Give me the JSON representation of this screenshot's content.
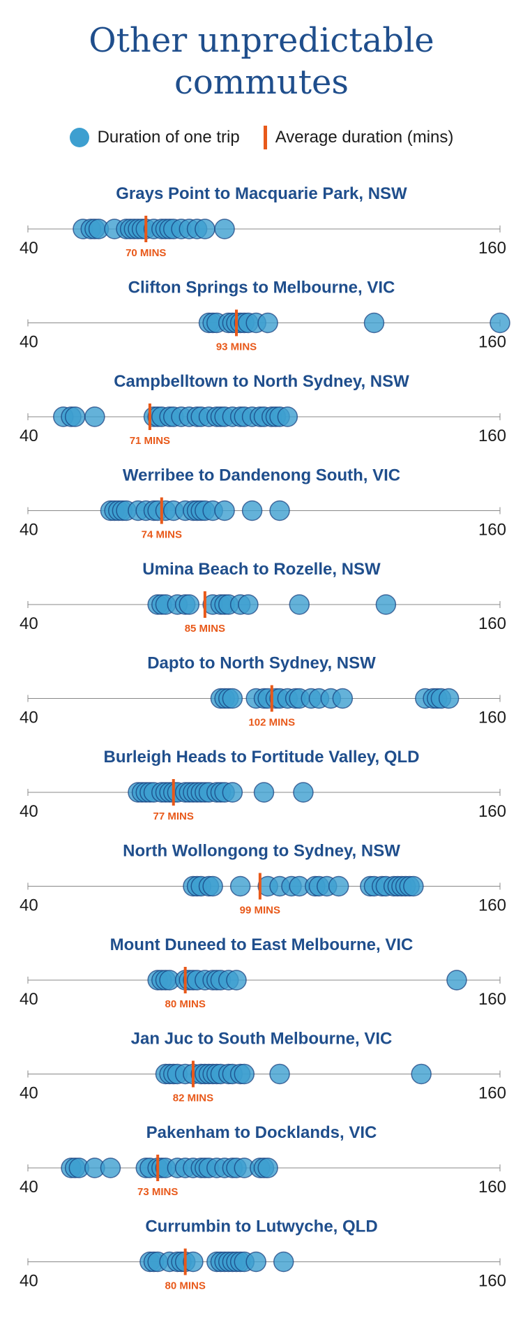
{
  "header": {
    "title_line1": "Other unpredictable",
    "title_line2": "commutes"
  },
  "legend": {
    "dot_label": "Duration of one trip",
    "avg_label": "Average duration (mins)"
  },
  "colors": {
    "title": "#1f4e8c",
    "dot": "#3d9fd0",
    "dot_dark": "#123a7a",
    "average": "#e8591a",
    "axis": "#888888"
  },
  "chart_data": [
    {
      "type": "scatter",
      "title": "Grays Point to Macquarie Park, NSW",
      "xlim": [
        40,
        160
      ],
      "ticks": [
        40,
        160
      ],
      "average": 70,
      "average_label": "70 MINS",
      "values": [
        54,
        56,
        57,
        58,
        62,
        65,
        66,
        67,
        68,
        69,
        70,
        72,
        74,
        75,
        76,
        77,
        79,
        81,
        83,
        85,
        90
      ]
    },
    {
      "type": "scatter",
      "title": "Clifton Springs to Melbourne, VIC",
      "xlim": [
        40,
        160
      ],
      "ticks": [
        40,
        160
      ],
      "average": 93,
      "average_label": "93 MINS",
      "values": [
        86,
        87,
        88,
        91,
        92,
        93,
        94,
        95,
        96,
        98,
        101,
        128,
        160
      ]
    },
    {
      "type": "scatter",
      "title": "Campbelltown to North Sydney, NSW",
      "xlim": [
        40,
        160
      ],
      "ticks": [
        40,
        160
      ],
      "average": 71,
      "average_label": "71 MINS",
      "values": [
        49,
        51,
        52,
        57,
        72,
        73,
        74,
        76,
        77,
        79,
        81,
        83,
        84,
        86,
        88,
        89,
        90,
        92,
        94,
        95,
        97,
        99,
        100,
        102,
        103,
        104,
        106
      ]
    },
    {
      "type": "scatter",
      "title": "Werribee to Dandenong South, VIC",
      "xlim": [
        40,
        160
      ],
      "ticks": [
        40,
        160
      ],
      "average": 74,
      "average_label": "74 MINS",
      "values": [
        61,
        62,
        63,
        64,
        65,
        68,
        70,
        72,
        73,
        75,
        77,
        80,
        82,
        83,
        84,
        85,
        87,
        90,
        97,
        104
      ]
    },
    {
      "type": "scatter",
      "title": "Umina Beach to Rozelle, NSW",
      "xlim": [
        40,
        160
      ],
      "ticks": [
        40,
        160
      ],
      "average": 85,
      "average_label": "85 MINS",
      "values": [
        73,
        74,
        75,
        78,
        80,
        81,
        87,
        89,
        90,
        91,
        94,
        96,
        109,
        131
      ]
    },
    {
      "type": "scatter",
      "title": "Dapto to North Sydney, NSW",
      "xlim": [
        40,
        160
      ],
      "ticks": [
        40,
        160
      ],
      "average": 102,
      "average_label": "102 MINS",
      "values": [
        89,
        90,
        91,
        92,
        98,
        100,
        101,
        103,
        104,
        106,
        108,
        109,
        112,
        114,
        117,
        120,
        141,
        143,
        144,
        145,
        147
      ]
    },
    {
      "type": "scatter",
      "title": "Burleigh Heads to Fortitude Valley, QLD",
      "xlim": [
        40,
        160
      ],
      "ticks": [
        40,
        160
      ],
      "average": 77,
      "average_label": "77 MINS",
      "values": [
        68,
        69,
        70,
        71,
        72,
        74,
        75,
        76,
        77,
        78,
        80,
        81,
        82,
        83,
        84,
        85,
        86,
        88,
        89,
        90,
        92,
        100,
        110
      ]
    },
    {
      "type": "scatter",
      "title": "North Wollongong to Sydney, NSW",
      "xlim": [
        40,
        160
      ],
      "ticks": [
        40,
        160
      ],
      "average": 99,
      "average_label": "99 MINS",
      "values": [
        82,
        83,
        84,
        86,
        87,
        94,
        101,
        104,
        107,
        109,
        113,
        114,
        116,
        119,
        127,
        128,
        130,
        131,
        133,
        134,
        135,
        136,
        137,
        138
      ]
    },
    {
      "type": "scatter",
      "title": "Mount Duneed to East Melbourne, VIC",
      "xlim": [
        40,
        160
      ],
      "ticks": [
        40,
        160
      ],
      "average": 80,
      "average_label": "80 MINS",
      "values": [
        73,
        74,
        75,
        76,
        80,
        81,
        82,
        83,
        85,
        87,
        88,
        89,
        91,
        93,
        149
      ]
    },
    {
      "type": "scatter",
      "title": "Jan Juc to South Melbourne, VIC",
      "xlim": [
        40,
        160
      ],
      "ticks": [
        40,
        160
      ],
      "average": 82,
      "average_label": "82 MINS",
      "values": [
        75,
        76,
        77,
        78,
        80,
        82,
        84,
        85,
        86,
        87,
        88,
        89,
        91,
        92,
        94,
        95,
        104,
        140
      ]
    },
    {
      "type": "scatter",
      "title": "Pakenham to Docklands, VIC",
      "xlim": [
        40,
        160
      ],
      "ticks": [
        40,
        160
      ],
      "average": 73,
      "average_label": "73 MINS",
      "values": [
        51,
        52,
        53,
        57,
        61,
        70,
        71,
        73,
        74,
        75,
        78,
        80,
        82,
        84,
        85,
        86,
        88,
        90,
        92,
        93,
        95,
        99,
        100,
        101
      ]
    },
    {
      "type": "scatter",
      "title": "Currumbin to Lutwyche, QLD",
      "xlim": [
        40,
        160
      ],
      "ticks": [
        40,
        160
      ],
      "average": 80,
      "average_label": "80 MINS",
      "values": [
        71,
        72,
        73,
        76,
        78,
        79,
        80,
        82,
        88,
        89,
        90,
        91,
        92,
        93,
        94,
        95,
        98,
        105
      ]
    }
  ]
}
